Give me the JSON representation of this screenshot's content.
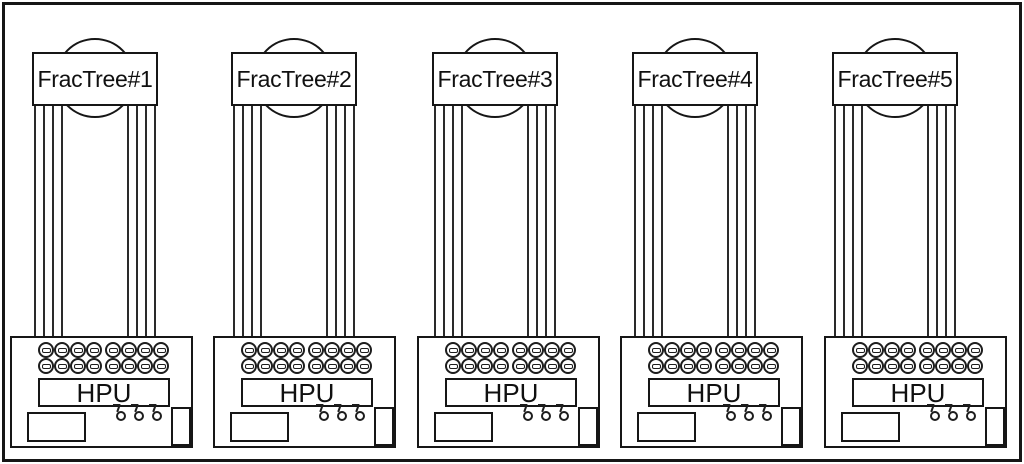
{
  "diagram": {
    "background_color": "#ffffff",
    "line_color": "#161616",
    "text_color": "#101010",
    "units": [
      {
        "label": "FracTree#1",
        "hpu_label": "HPU"
      },
      {
        "label": "FracTree#2",
        "hpu_label": "HPU"
      },
      {
        "label": "FracTree#3",
        "hpu_label": "HPU"
      },
      {
        "label": "FracTree#4",
        "hpu_label": "HPU"
      },
      {
        "label": "FracTree#5",
        "hpu_label": "HPU"
      }
    ],
    "structure": {
      "unit_count": 5,
      "hose_line_groups_per_unit": 2,
      "hose_lines_per_group": 4,
      "connector_rows": 2,
      "connector_groups_per_row": 2,
      "connectors_per_group": 4,
      "valves_per_unit": 3
    },
    "icons": {
      "connector": "hose-connector-icon",
      "valve": "valve-icon"
    }
  }
}
